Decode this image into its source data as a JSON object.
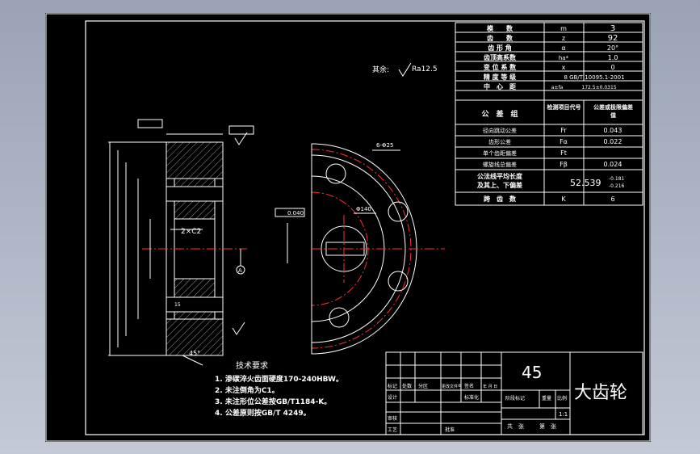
{
  "params": [
    {
      "name": "模　　数",
      "sym": "m",
      "val": "3"
    },
    {
      "name": "齿　　数",
      "sym": "z",
      "val": "92"
    },
    {
      "name": "齿 形 角",
      "sym": "α",
      "val": "20°"
    },
    {
      "name": "齿顶高系数",
      "sym": "ha*",
      "val": "1.0"
    },
    {
      "name": "变 位 系 数",
      "sym": "x",
      "val": "0"
    },
    {
      "name": "精 度 等 级",
      "sym": "",
      "val": "8 GB/T 10095.1-2001"
    },
    {
      "name": "中　心　距",
      "sym": "a±fa",
      "val": "172.5±0.0315"
    }
  ],
  "tolerance_header": {
    "group": "公　差　组",
    "code": "检测项目代号",
    "limit": "公差或极限偏差值"
  },
  "tolerances": [
    {
      "name": "径向跳动公差",
      "sym": "Fr",
      "val": "0.043"
    },
    {
      "name": "齿形公差",
      "sym": "Fα",
      "val": "0.022"
    },
    {
      "name": "单个齿距偏差",
      "sym": "Ft",
      "val": ""
    },
    {
      "name": "螺旋线总偏差",
      "sym": "Fβ",
      "val": "0.024"
    }
  ],
  "common_normal": {
    "name1": "公法线平均长度",
    "name2": "及其上、下偏差",
    "val": "52.539",
    "dev_upper": "-0.181",
    "dev_lower": "-0.216"
  },
  "span_teeth": {
    "name": "跨　齿　数",
    "sym": "K",
    "val": "6"
  },
  "roughness_note": {
    "prefix": "其余:",
    "value": "Ra12.5"
  },
  "tech_req": {
    "title": "技术要求",
    "items": [
      "1. 渗碳淬火齿面硬度170-240HBW。",
      "2. 未注倒角为C1。",
      "3. 未注形位公差按GB/T1184-K。",
      "4. 公差原则按GB/T 4249。"
    ]
  },
  "title_block": {
    "material": "45",
    "part_name": "大齿轮",
    "labels": {
      "mark": "标记",
      "count": "处数",
      "zone": "分区",
      "change_doc": "更改文件号",
      "sign": "签名",
      "date": "年 月 日",
      "design": "设计",
      "standardize": "标准化",
      "stage_mark": "阶段标记",
      "weight": "重量",
      "scale": "比例",
      "review": "审核",
      "process": "工艺",
      "approve": "批准",
      "total": "共　张",
      "sheet": "第　张"
    },
    "scale": "1:1"
  },
  "dims": {
    "chamfer": "2×C2",
    "angle": "45°",
    "hole": "6-Φ25",
    "bcd": "Φ140",
    "keyway_tol": "0.040",
    "datum": "A",
    "len": "15"
  }
}
